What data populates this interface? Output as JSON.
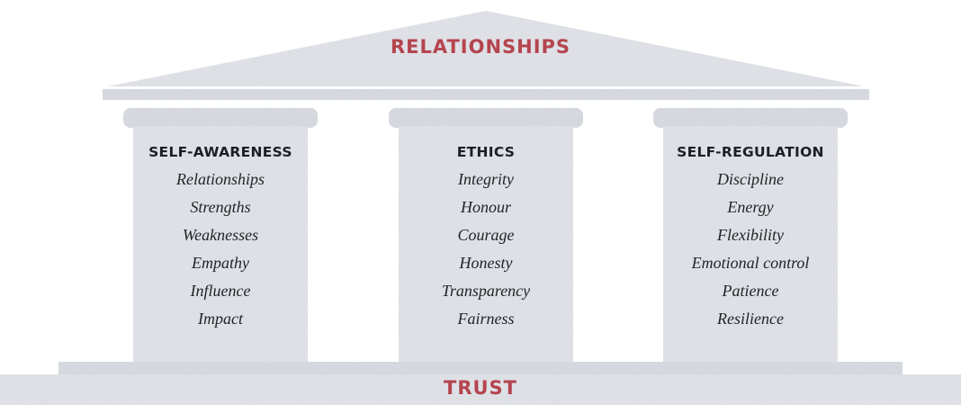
{
  "roof": {
    "label": "RELATIONSHIPS"
  },
  "base": {
    "label": "TRUST"
  },
  "pillars": [
    {
      "title": "SELF-AWARENESS",
      "items": [
        "Relationships",
        "Strengths",
        "Weaknesses",
        "Empathy",
        "Influence",
        "Impact"
      ]
    },
    {
      "title": "ETHICS",
      "items": [
        "Integrity",
        "Honour",
        "Courage",
        "Honesty",
        "Transparency",
        "Fairness"
      ]
    },
    {
      "title": "SELF-REGULATION",
      "items": [
        "Discipline",
        "Energy",
        "Flexibility",
        "Emotional control",
        "Patience",
        "Resilience"
      ]
    }
  ],
  "colors": {
    "accent": "#b5444e",
    "stone": "#e3e5ea",
    "text": "#1e1f24"
  }
}
